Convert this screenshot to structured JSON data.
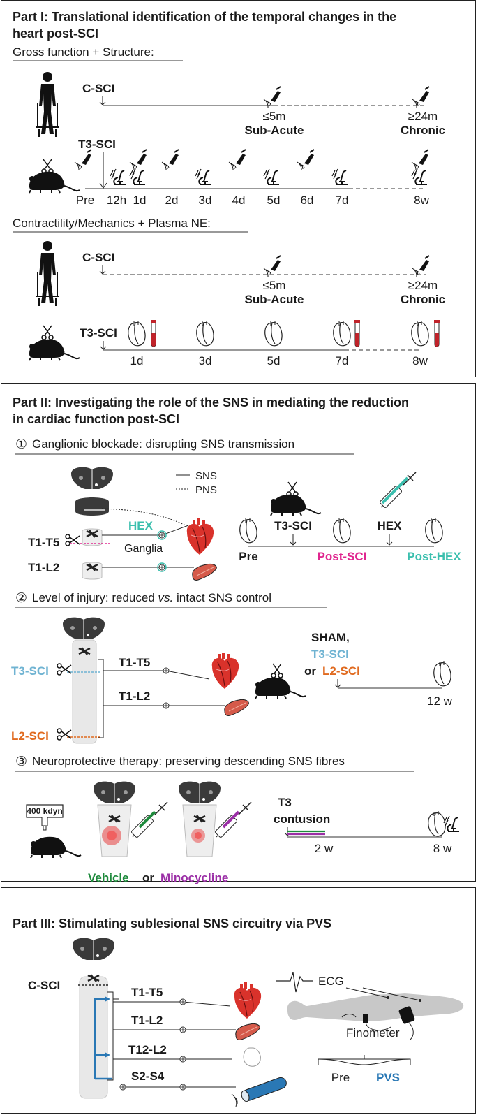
{
  "part1": {
    "title_line1": "Part I: Translational identification of the temporal changes in the",
    "title_line2": "heart post-SCI",
    "section_a": "Gross function + Structure:",
    "section_b": "Contractility/Mechanics + Plasma NE:",
    "human_label": "C-SCI",
    "rat_label": "T3-SCI",
    "subacute_time": "≤5m",
    "subacute": "Sub-Acute",
    "chronic_time": "≥24m",
    "chronic": "Chronic",
    "timeline_a": [
      "Pre",
      "12h",
      "1d",
      "2d",
      "3d",
      "4d",
      "5d",
      "6d",
      "7d",
      "8w"
    ],
    "timeline_b": [
      "1d",
      "3d",
      "5d",
      "7d",
      "8w"
    ]
  },
  "part2": {
    "title_line1": "Part II: Investigating the role of the SNS in mediating the reduction",
    "title_line2": "in cardiac function post-SCI",
    "step1_num": "①",
    "step1": "Ganglionic blockade: disrupting SNS transmission",
    "legend_sns": "SNS",
    "legend_pns": "PNS",
    "hex": "HEX",
    "ganglia": "Ganglia",
    "t1t5": "T1-T5",
    "t1l2": "T1-L2",
    "t3sci": "T3-SCI",
    "pre": "Pre",
    "post_sci": "Post-SCI",
    "post_hex": "Post-HEX",
    "step2_num": "②",
    "step2_a": "Level of injury: reduced ",
    "step2_vs": "vs.",
    "step2_b": " intact SNS control",
    "t3sci_level": "T3-SCI",
    "l2sci_level": "L2-SCI",
    "sham": "SHAM,",
    "or": "or",
    "l2sci": "L2-SCI",
    "w12": "12 w",
    "step3_num": "③",
    "step3": "Neuroprotective therapy: preserving descending SNS fibres",
    "impactor": "400 kdyn",
    "t3": "T3",
    "contusion": "contusion",
    "w2": "2 w",
    "w8": "8 w",
    "vehicle": "Vehicle",
    "or2": "or",
    "minocycline": "Minocycline"
  },
  "part3": {
    "title": "Part III: Stimulating sublesional SNS circuitry via PVS",
    "csci": "C-SCI",
    "t1t5": "T1-T5",
    "t1l2": "T1-L2",
    "t12l2": "T12-L2",
    "s2s4": "S2-S4",
    "ecg": "ECG",
    "finometer": "Finometer",
    "pre": "Pre",
    "pvs": "PVS"
  },
  "colors": {
    "magenta": "#e0268f",
    "teal": "#3bbfae",
    "lightblue": "#6fb3d2",
    "orange": "#e06a1f",
    "green": "#1e8a3c",
    "purple": "#9b2fa6",
    "blue": "#2a78b5",
    "heart_red": "#d9322b",
    "cord_gray": "#e8e8e8",
    "body_gray": "#c8c8c8"
  }
}
